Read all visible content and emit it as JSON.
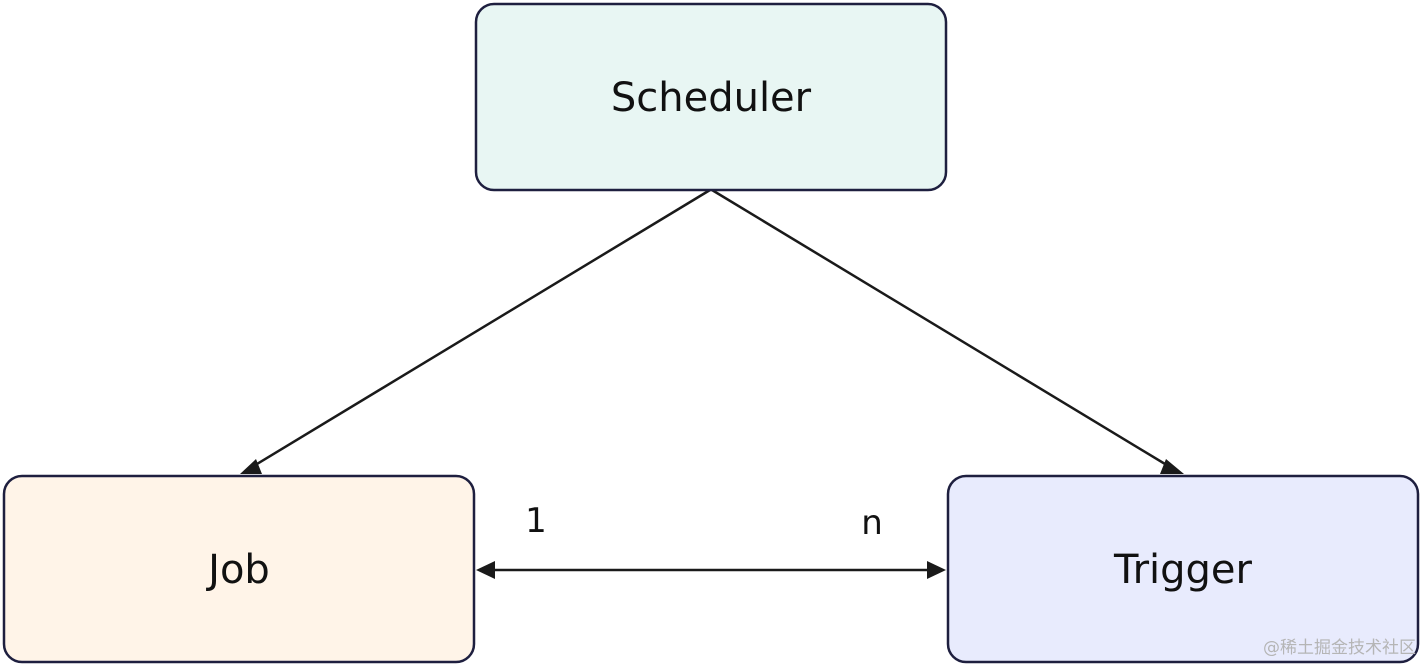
{
  "nodes": {
    "scheduler": {
      "label": "Scheduler",
      "fill": "#e8f6f3"
    },
    "job": {
      "label": "Job",
      "fill": "#fff4e8"
    },
    "trigger": {
      "label": "Trigger",
      "fill": "#e8ebfd"
    }
  },
  "edges": {
    "job_trigger": {
      "source_multiplicity": "1",
      "target_multiplicity": "n"
    }
  },
  "watermark": "@稀土掘金技术社区"
}
